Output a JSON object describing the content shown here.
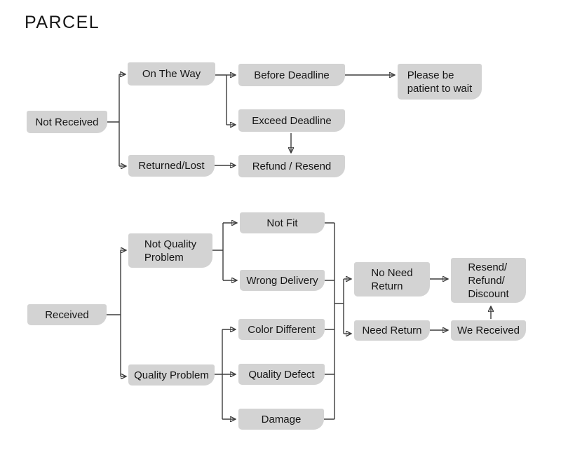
{
  "title": "PARCEL",
  "colors": {
    "background": "#ffffff",
    "box_fill": "#d3d3d3",
    "connector_line": "#3d3d3d",
    "text": "#161616"
  },
  "nodes": {
    "not_received": "Not Received",
    "on_the_way": "On The Way",
    "before_deadline": "Before Deadline",
    "please_wait": "Please be\npatient to wait",
    "exceed_deadline": "Exceed Deadline",
    "returned_lost": "Returned/Lost",
    "refund_resend": "Refund / Resend",
    "received": "Received",
    "not_quality_problem": "Not Quality\nProblem",
    "not_fit": "Not Fit",
    "wrong_delivery": "Wrong Delivery",
    "quality_problem": "Quality Problem",
    "color_different": "Color Different",
    "quality_defect": "Quality Defect",
    "damage": "Damage",
    "no_need_return": "No Need\nReturn",
    "need_return": "Need Return",
    "resend_refund_discount": "Resend/\nRefund/\nDiscount",
    "we_received": "We Received"
  },
  "edges": [
    {
      "from": "not_received",
      "to": "on_the_way"
    },
    {
      "from": "not_received",
      "to": "returned_lost"
    },
    {
      "from": "on_the_way",
      "to": "before_deadline"
    },
    {
      "from": "on_the_way",
      "to": "exceed_deadline"
    },
    {
      "from": "before_deadline",
      "to": "please_wait"
    },
    {
      "from": "exceed_deadline",
      "to": "refund_resend"
    },
    {
      "from": "returned_lost",
      "to": "refund_resend"
    },
    {
      "from": "received",
      "to": "not_quality_problem"
    },
    {
      "from": "received",
      "to": "quality_problem"
    },
    {
      "from": "not_quality_problem",
      "to": "not_fit"
    },
    {
      "from": "not_quality_problem",
      "to": "wrong_delivery"
    },
    {
      "from": "quality_problem",
      "to": "color_different"
    },
    {
      "from": "quality_problem",
      "to": "quality_defect"
    },
    {
      "from": "quality_problem",
      "to": "damage"
    },
    {
      "from": "not_fit",
      "to": "no_need_return"
    },
    {
      "from": "not_fit",
      "to": "need_return"
    },
    {
      "from": "wrong_delivery",
      "to": "no_need_return"
    },
    {
      "from": "wrong_delivery",
      "to": "need_return"
    },
    {
      "from": "color_different",
      "to": "no_need_return"
    },
    {
      "from": "color_different",
      "to": "need_return"
    },
    {
      "from": "quality_defect",
      "to": "no_need_return"
    },
    {
      "from": "quality_defect",
      "to": "need_return"
    },
    {
      "from": "damage",
      "to": "no_need_return"
    },
    {
      "from": "damage",
      "to": "need_return"
    },
    {
      "from": "no_need_return",
      "to": "resend_refund_discount"
    },
    {
      "from": "need_return",
      "to": "we_received"
    },
    {
      "from": "we_received",
      "to": "resend_refund_discount"
    }
  ]
}
